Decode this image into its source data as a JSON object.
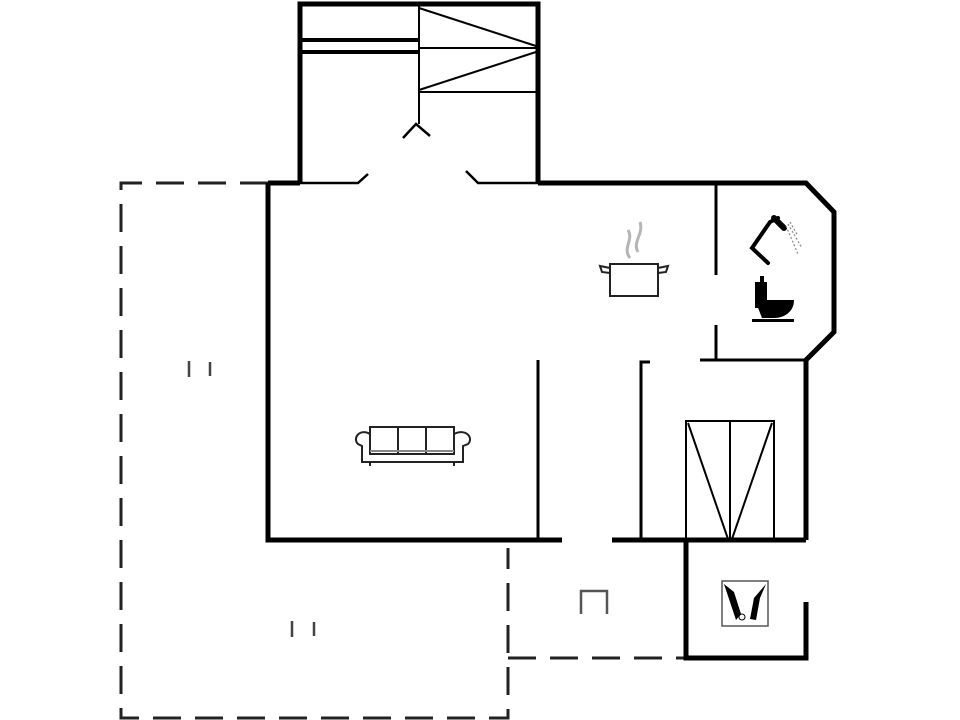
{
  "diagram": {
    "type": "floor-plan",
    "background": "#ffffff",
    "wall_color": "#000000",
    "fixture_color": "#222222",
    "steam_color": "#b5b5b5",
    "rooms": [
      {
        "id": "entrance-stairs",
        "label": "Entrance / stairs"
      },
      {
        "id": "living-kitchen",
        "label": "Living room with kitchen"
      },
      {
        "id": "bathroom",
        "label": "Bathroom (shower, toilet)"
      },
      {
        "id": "hall-closet",
        "label": "Hall with wardrobe"
      },
      {
        "id": "utility",
        "label": "Utility room"
      },
      {
        "id": "terrace",
        "label": "Terrace (dashed outline)"
      },
      {
        "id": "covered-area",
        "label": "Outdoor area (dashed outline)"
      }
    ],
    "icons": [
      {
        "name": "stairs-icon"
      },
      {
        "name": "door-arrow-icon"
      },
      {
        "name": "cooking-pot-icon"
      },
      {
        "name": "shower-icon"
      },
      {
        "name": "toilet-icon"
      },
      {
        "name": "sofa-icon"
      },
      {
        "name": "wardrobe-icon"
      },
      {
        "name": "washing-machine-icon"
      },
      {
        "name": "terrace-chair-icon"
      },
      {
        "name": "table-icon"
      }
    ]
  }
}
